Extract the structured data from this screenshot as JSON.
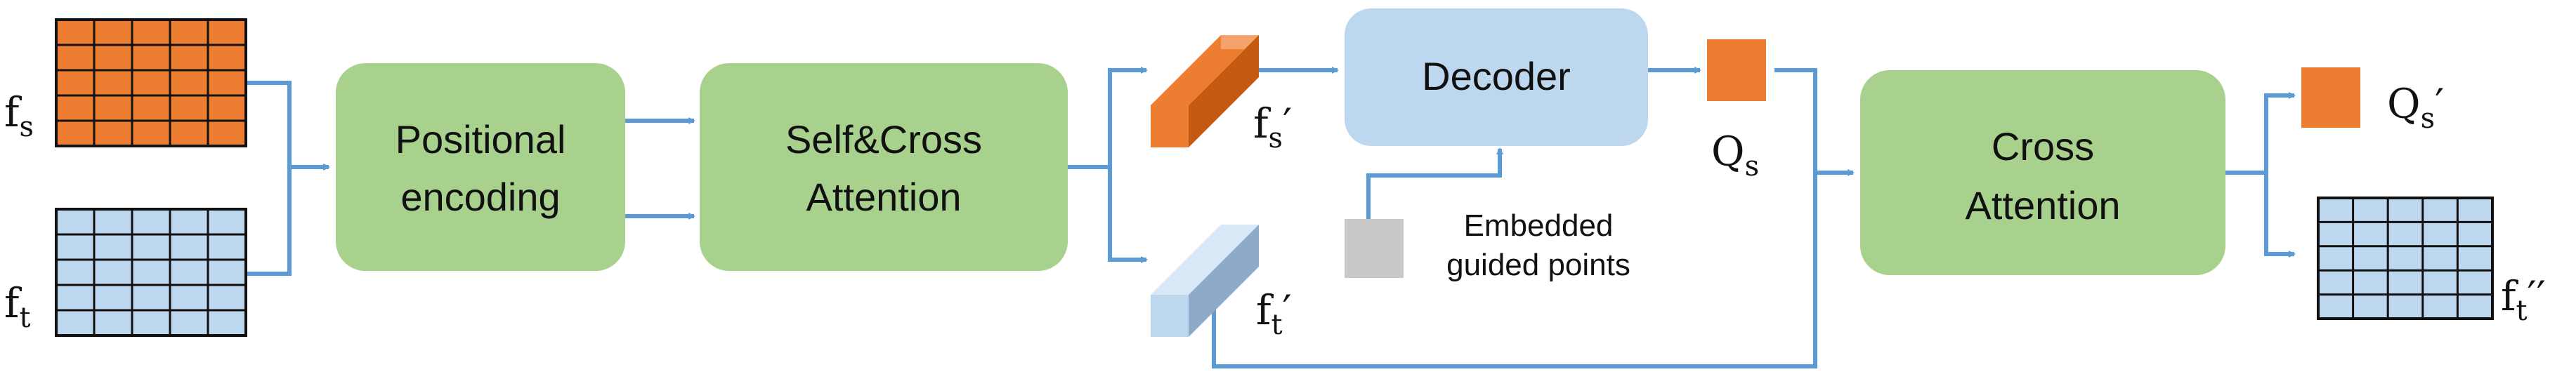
{
  "colors": {
    "arrow": "#5b9bd5",
    "green_box": "#a9d18e",
    "blue_box": "#bdd7ee",
    "orange": "#ed7d31",
    "grid_blue": "#bdd7ee",
    "gray": "#c9c9c9"
  },
  "boxes": {
    "positional": [
      "Positional",
      "encoding"
    ],
    "self_cross": [
      "Self&Cross",
      "Attention"
    ],
    "decoder": "Decoder",
    "cross": [
      "Cross",
      "Attention"
    ]
  },
  "labels": {
    "fs": {
      "base": "f",
      "sub": "s"
    },
    "ft": {
      "base": "f",
      "sub": "t"
    },
    "fs_prime": {
      "base": "f",
      "sub": "s",
      "sup": "′"
    },
    "ft_prime": {
      "base": "f",
      "sub": "t",
      "sup": "′"
    },
    "qs": {
      "base": "Q",
      "sub": "s"
    },
    "qs_prime": {
      "base": "Q",
      "sub": "s",
      "sup": "′"
    },
    "ft_dprime": {
      "base": "f",
      "sub": "t",
      "sup": "′′"
    },
    "embedded": [
      "Embedded",
      "guided points"
    ]
  }
}
